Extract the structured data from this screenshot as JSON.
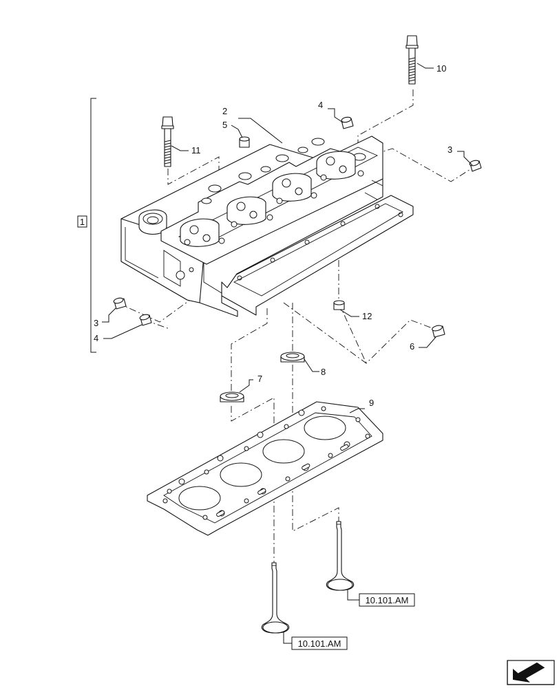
{
  "callouts": {
    "c1": "1",
    "c2": "2",
    "c3a": "3",
    "c3b": "3",
    "c4a": "4",
    "c4b": "4",
    "c5": "5",
    "c6": "6",
    "c7": "7",
    "c8": "8",
    "c9": "9",
    "c10": "10",
    "c11": "11",
    "c12": "12"
  },
  "references": {
    "exhaust_valve": "10.101.AM",
    "intake_valve": "10.101.AM"
  },
  "icons": {
    "nav": "next-page-arrow-icon"
  }
}
